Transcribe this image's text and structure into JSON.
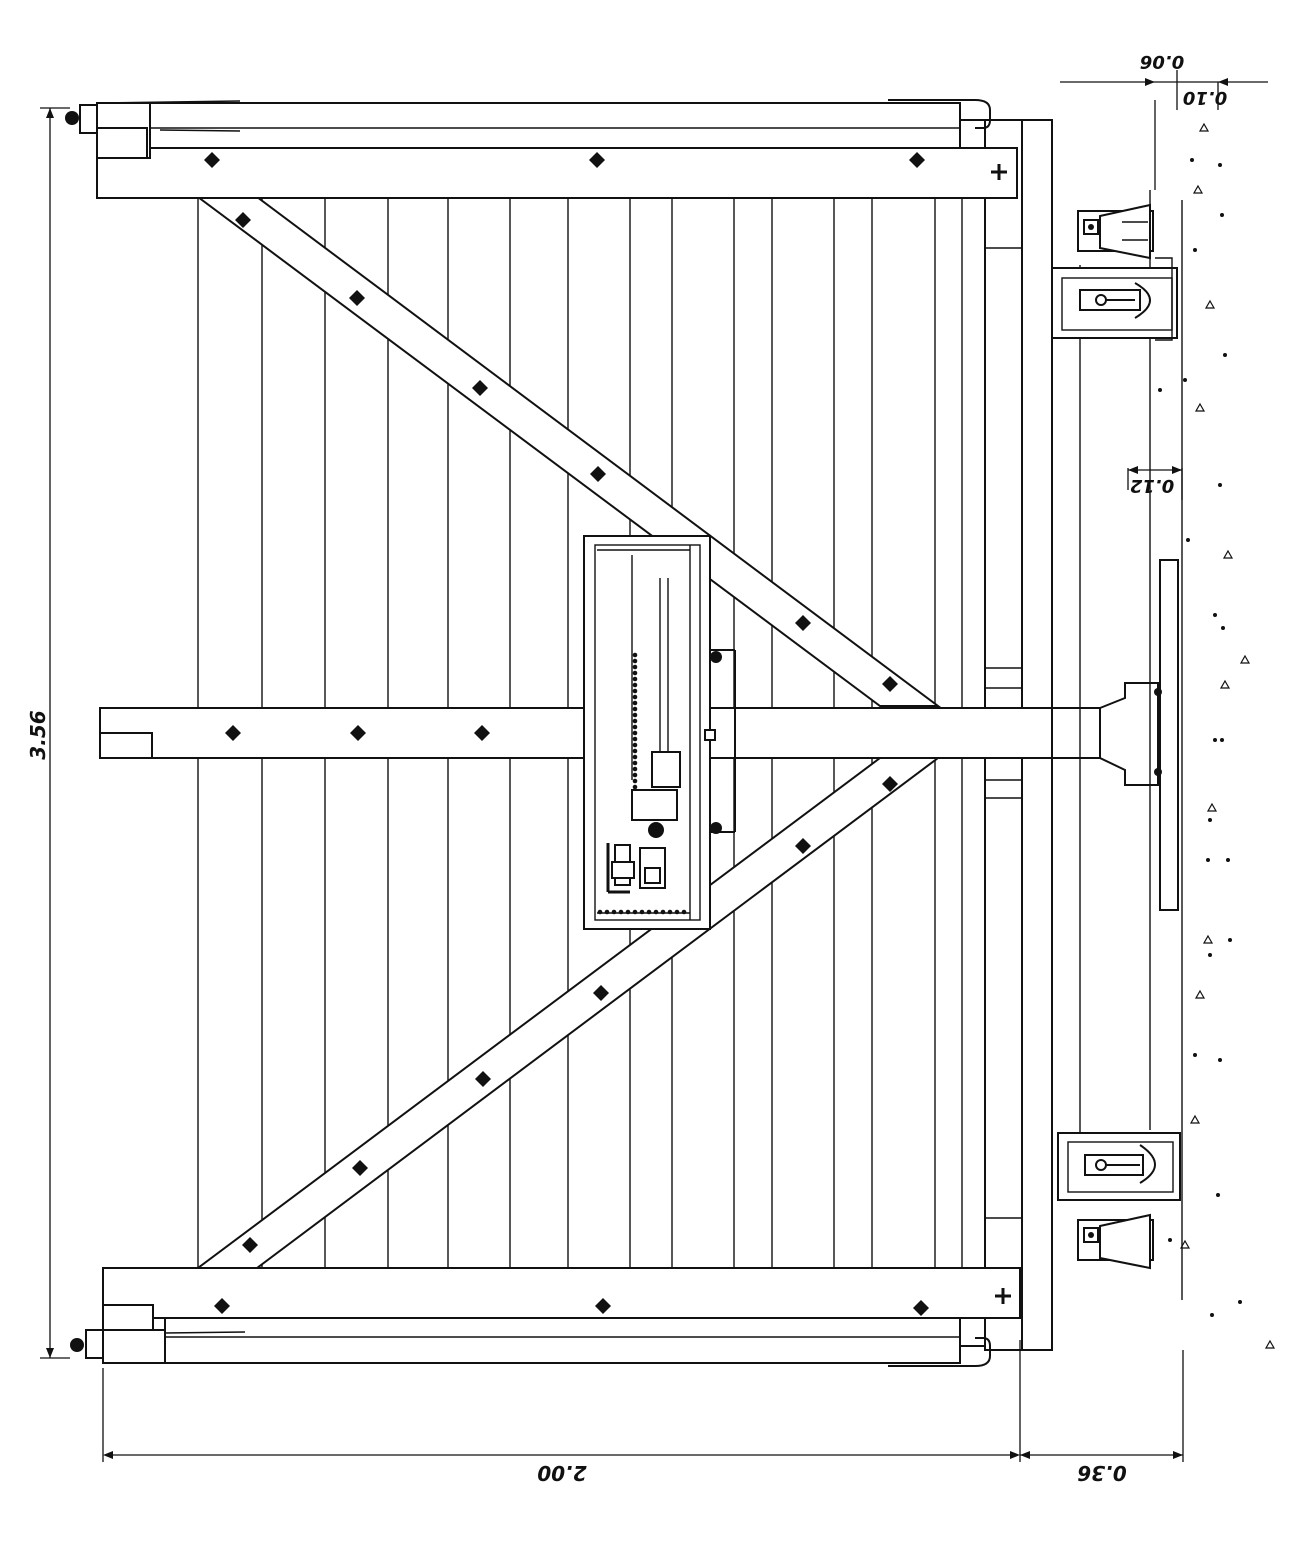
{
  "drawing": {
    "dimensions": {
      "height_label": "3.56",
      "width_label": "2.00",
      "foundation_label": "0.36",
      "top_offset_a": "0.06",
      "top_offset_b": "0.10",
      "mid_offset": "0.12"
    }
  }
}
